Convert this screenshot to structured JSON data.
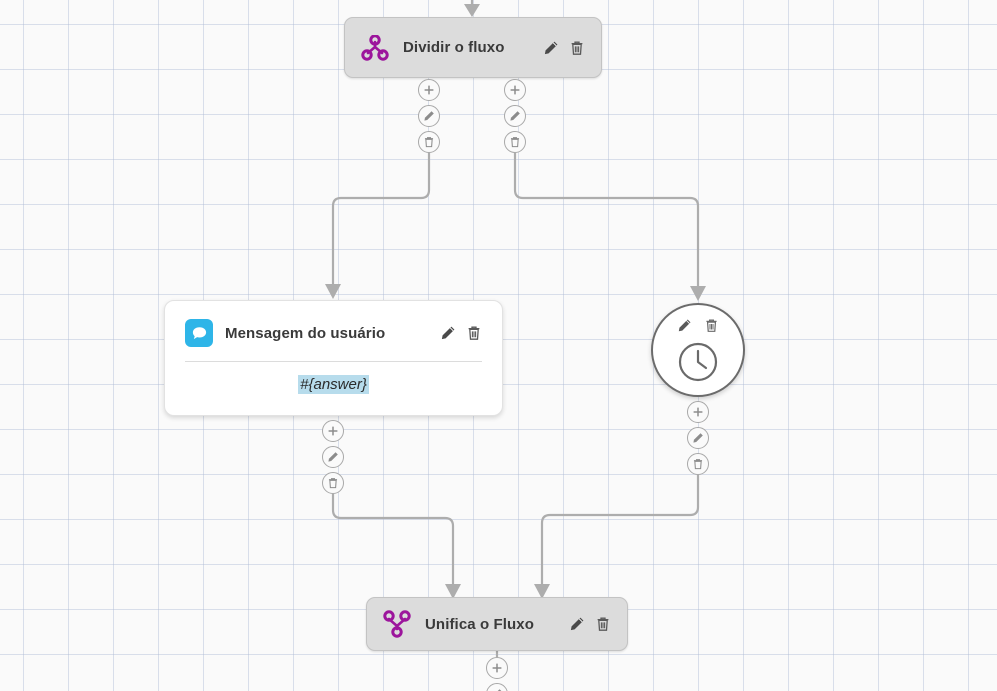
{
  "canvas": {
    "background_color": "#fafafa",
    "grid_color": "#b0bcd6",
    "grid_size": 45
  },
  "colors": {
    "split_icon": "#9c159c",
    "merge_icon": "#9c159c",
    "message_chip": "#2eb5e8",
    "node_grey": "#dcdcdc",
    "edge": "#adadad",
    "token_highlight": "#b7dcec",
    "circle_border": "#6b6b6b"
  },
  "nodes": {
    "split": {
      "title": "Dividir o fluxo",
      "icon": "split-flow-icon",
      "edit_label": "edit-icon",
      "delete_label": "trash-icon"
    },
    "message": {
      "title": "Mensagem do usuário",
      "icon": "chat-bubble-icon",
      "body_token": "#{answer}",
      "edit_label": "edit-icon",
      "delete_label": "trash-icon"
    },
    "delay": {
      "icon": "clock-icon",
      "edit_label": "edit-icon",
      "delete_label": "trash-icon"
    },
    "merge": {
      "title": "Unifica o Fluxo",
      "icon": "merge-flow-icon",
      "edit_label": "edit-icon",
      "delete_label": "trash-icon"
    }
  },
  "connector_buttons": {
    "add_label": "plus-icon",
    "edit_label": "pencil-icon",
    "delete_label": "trash-icon"
  }
}
